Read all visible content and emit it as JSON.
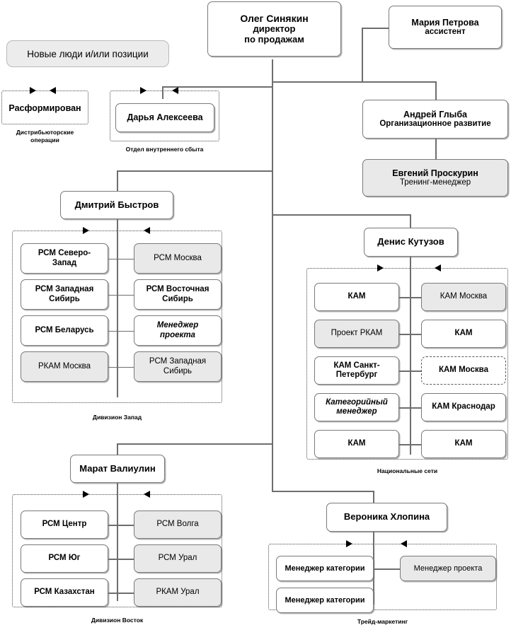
{
  "legend": {
    "label": "Новые люди и/или позиции"
  },
  "root": {
    "name": "Олег Синякин",
    "title_line1": "директор",
    "title_line2": "по продажам"
  },
  "assistant": {
    "name": "Мария Петрова",
    "title": "ассистент"
  },
  "orgdev": {
    "name": "Андрей Глыба",
    "title": "Организационное развитие"
  },
  "training": {
    "name": "Евгений Проскурин",
    "title": "Тренинг-менеджер"
  },
  "disbanded": {
    "label": "Расформирован",
    "group_label_line1": "Дистрибьюторские",
    "group_label_line2": "операции"
  },
  "internal_sales": {
    "manager": "Дарья Алексеева",
    "group_label": "Отдел внутреннего сбыта"
  },
  "west": {
    "head": "Дмитрий Быстров",
    "group_label": "Дивизион Запад",
    "left_column": [
      {
        "label": "РСМ Северо-\nЗапад",
        "style": "bold"
      },
      {
        "label": "РСМ Западная\nСибирь",
        "style": "bold"
      },
      {
        "label": "РСМ Беларусь",
        "style": "bold"
      },
      {
        "label": "РКАМ Москва",
        "style": "gray"
      }
    ],
    "right_column": [
      {
        "label": "РСМ Москва",
        "style": "gray"
      },
      {
        "label": "РСМ Восточная\nСибирь",
        "style": "bold"
      },
      {
        "label": "Менеджер\nпроекта",
        "style": "italic"
      },
      {
        "label": "РСМ Западная\nСибирь",
        "style": "gray"
      }
    ]
  },
  "national": {
    "head": "Денис Кутузов",
    "group_label": "Национальные сети",
    "left_column": [
      {
        "label": "КАМ",
        "style": "bold"
      },
      {
        "label": "Проект РКАМ",
        "style": "gray"
      },
      {
        "label": "КАМ Санкт-\nПетербург",
        "style": "bold"
      },
      {
        "label": "Категорийный\nменеджер",
        "style": "italic"
      },
      {
        "label": "КАМ",
        "style": "bold"
      }
    ],
    "right_column": [
      {
        "label": "КАМ Москва",
        "style": "gray"
      },
      {
        "label": "КАМ",
        "style": "bold"
      },
      {
        "label": "КАМ Москва",
        "style": "dashed"
      },
      {
        "label": "КАМ Краснодар",
        "style": "bold"
      },
      {
        "label": "КАМ",
        "style": "bold"
      }
    ]
  },
  "east": {
    "head": "Марат Валиулин",
    "group_label": "Дивизион Восток",
    "left_column": [
      {
        "label": "РСМ Центр",
        "style": "bold"
      },
      {
        "label": "РСМ Юг",
        "style": "bold"
      },
      {
        "label": "РСМ Казахстан",
        "style": "bold"
      }
    ],
    "right_column": [
      {
        "label": "РСМ Волга",
        "style": "gray"
      },
      {
        "label": "РСМ Урал",
        "style": "gray"
      },
      {
        "label": "РКАМ Урал",
        "style": "gray"
      }
    ]
  },
  "trade": {
    "head": "Вероника Хлопина",
    "group_label": "Трейд-маркетинг",
    "left_column": [
      {
        "label": "Менеджер категории",
        "style": "bold"
      },
      {
        "label": "Менеджер категории",
        "style": "bold"
      }
    ],
    "right_column": [
      {
        "label": "Менеджер проекта",
        "style": "gray"
      }
    ]
  },
  "colors": {
    "box_border": "#7a7a7a",
    "box_fill": "#ffffff",
    "box_fill_new": "#e9e9e9",
    "legend_fill": "#ececec",
    "line": "#6e6e6e",
    "group_border": "#4a4a4a"
  }
}
